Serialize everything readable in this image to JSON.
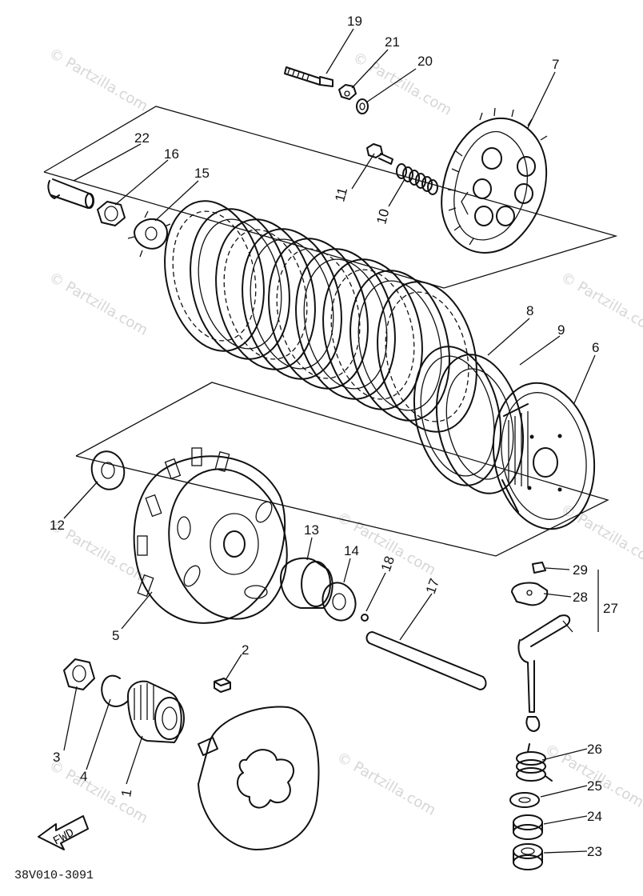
{
  "diagram": {
    "drawing_code": "38V010-3091",
    "fwd_label": "FWD",
    "callouts": [
      "1",
      "2",
      "3",
      "4",
      "5",
      "6",
      "7",
      "8",
      "9",
      "10",
      "11",
      "12",
      "13",
      "14",
      "15",
      "16",
      "17",
      "18",
      "19",
      "20",
      "21",
      "22",
      "23",
      "24",
      "25",
      "26",
      "27",
      "28",
      "29"
    ],
    "watermarks": [
      "© Partzilla.com"
    ]
  }
}
